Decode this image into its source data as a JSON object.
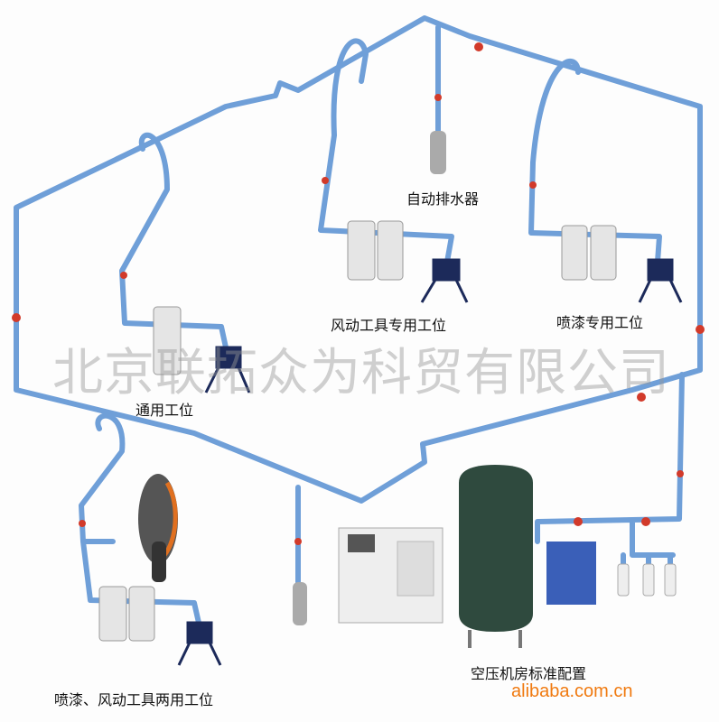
{
  "labels": {
    "auto_drain": "自动排水器",
    "pneumatic_tool_station": "风动工具专用工位",
    "spray_station": "喷漆专用工位",
    "general_station": "通用工位",
    "dual_station": "喷漆、风动工具两用工位",
    "compressor_room": "空压机房标准配置"
  },
  "watermark": "北京联拓众为科贸有限公司",
  "site": "alibaba.com.cn",
  "colors": {
    "pipe": "#6f9fd8",
    "valve": "#d23a2a",
    "tank": "#2f4a3e",
    "site": "#f07a10"
  }
}
